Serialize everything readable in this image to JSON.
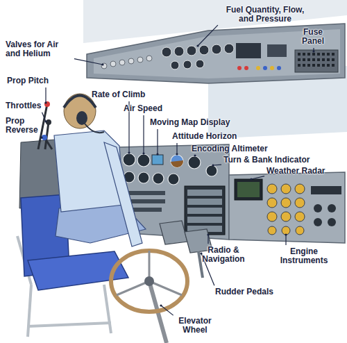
{
  "diagram": {
    "labels": [
      "Fuel Quantity, Flow, and Pressure",
      "Fuse Panel",
      "Valves for Air and Helium",
      "Prop Pitch",
      "Throttles",
      "Prop Reverse",
      "Rate of Climb",
      "Air Speed",
      "Moving Map Display",
      "Attitude Horizon",
      "Encoding Altimeter",
      "Turn & Bank Indicator",
      "Weather Radar",
      "Radio & Navigation",
      "Engine Instruments",
      "Rudder Pedals",
      "Elevator Wheel"
    ]
  }
}
